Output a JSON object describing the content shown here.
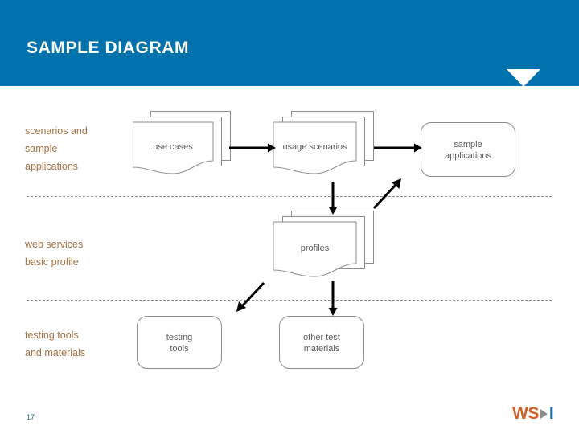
{
  "header": {
    "title": "SAMPLE DIAGRAM",
    "band_color": "#0272ad",
    "triangle_icon": "triangle-down-icon"
  },
  "bands": [
    {
      "id": "band-scenarios",
      "label": "scenarios and\nsample\napplications",
      "text_color": "#a5713f"
    },
    {
      "id": "band-web-services",
      "label": "web services\nbasic profile",
      "text_color": "#a5713f"
    },
    {
      "id": "band-testing",
      "label": "testing tools\nand materials",
      "text_color": "#a5713f"
    }
  ],
  "diagram": {
    "nodes": [
      {
        "id": "use-cases",
        "label": "use cases",
        "shape": "document-stack"
      },
      {
        "id": "usage-scenarios",
        "label": "usage scenarios",
        "shape": "document-stack"
      },
      {
        "id": "sample-applications",
        "label": "sample\napplications",
        "shape": "rounded-rect"
      },
      {
        "id": "profiles",
        "label": "profiles",
        "shape": "document-stack"
      },
      {
        "id": "testing-tools",
        "label": "testing\ntools",
        "shape": "rounded-rect"
      },
      {
        "id": "other-test-materials",
        "label": "other test\nmaterials",
        "shape": "rounded-rect"
      }
    ],
    "edges": [
      {
        "from": "use-cases",
        "to": "usage-scenarios",
        "style": "arrow-right"
      },
      {
        "from": "usage-scenarios",
        "to": "sample-applications",
        "style": "arrow-right"
      },
      {
        "from": "usage-scenarios",
        "to": "profiles",
        "style": "arrow-down"
      },
      {
        "from": "profiles",
        "to": "sample-applications",
        "style": "arrow-diagonal-up-right"
      },
      {
        "from": "profiles",
        "to": "testing-tools",
        "style": "arrow-diagonal-down-left"
      },
      {
        "from": "profiles",
        "to": "other-test-materials",
        "style": "arrow-down"
      }
    ],
    "shape_stroke": "#8c8c8c",
    "shape_text_color": "#595959",
    "divider_style": "dashed",
    "divider_color": "#8d8d8d"
  },
  "footer": {
    "page_number": "17",
    "logo": {
      "word": "WS",
      "letter": "I",
      "triangle_icon": "triangle-right-icon",
      "word_color": "#d1602a",
      "letter_color": "#1a6fa8"
    }
  }
}
